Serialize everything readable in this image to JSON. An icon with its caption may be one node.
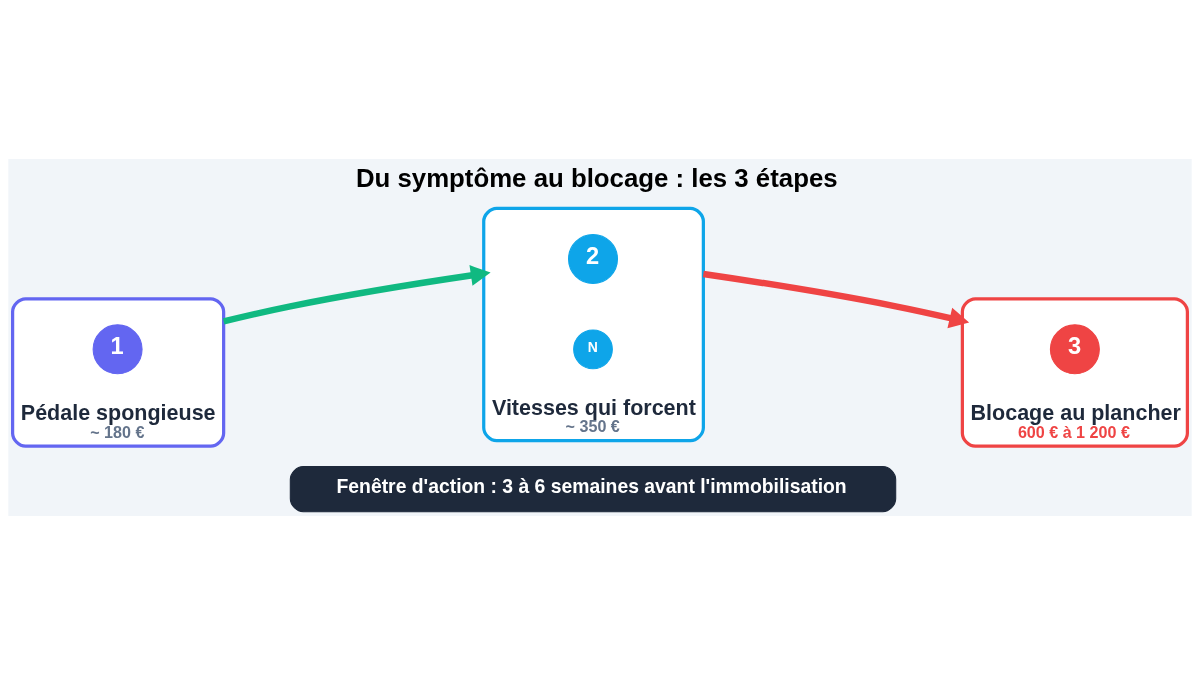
{
  "diagram": {
    "title": "Du symptôme au blocage : les 3 étapes",
    "nodes": [
      {
        "text": [
          "Pédale spongieuse",
          "~ 180 €"
        ]
      },
      {
        "text": [
          "1"
        ],
        "in": 0
      },
      {
        "text": [
          "Vitesses qui forcent",
          "~ 350 €"
        ]
      },
      {
        "text": [
          "2"
        ],
        "in": 2
      },
      {
        "text": [
          "N"
        ],
        "in": 2
      },
      {
        "text": [
          "Blocage au plancher",
          "600 € à 1 200 €"
        ]
      },
      {
        "text": [
          "3"
        ],
        "in": 5
      },
      {
        "text": [
          "Fenêtre d'action : 3 à 6 semaines avant l'immobilisation"
        ]
      }
    ],
    "edges": [
      {
        "from": 0,
        "to": 2,
        "arrow": "to",
        "color": "#10b981"
      },
      {
        "from": 2,
        "to": 5,
        "arrow": "to",
        "color": "#ef4444"
      }
    ]
  }
}
